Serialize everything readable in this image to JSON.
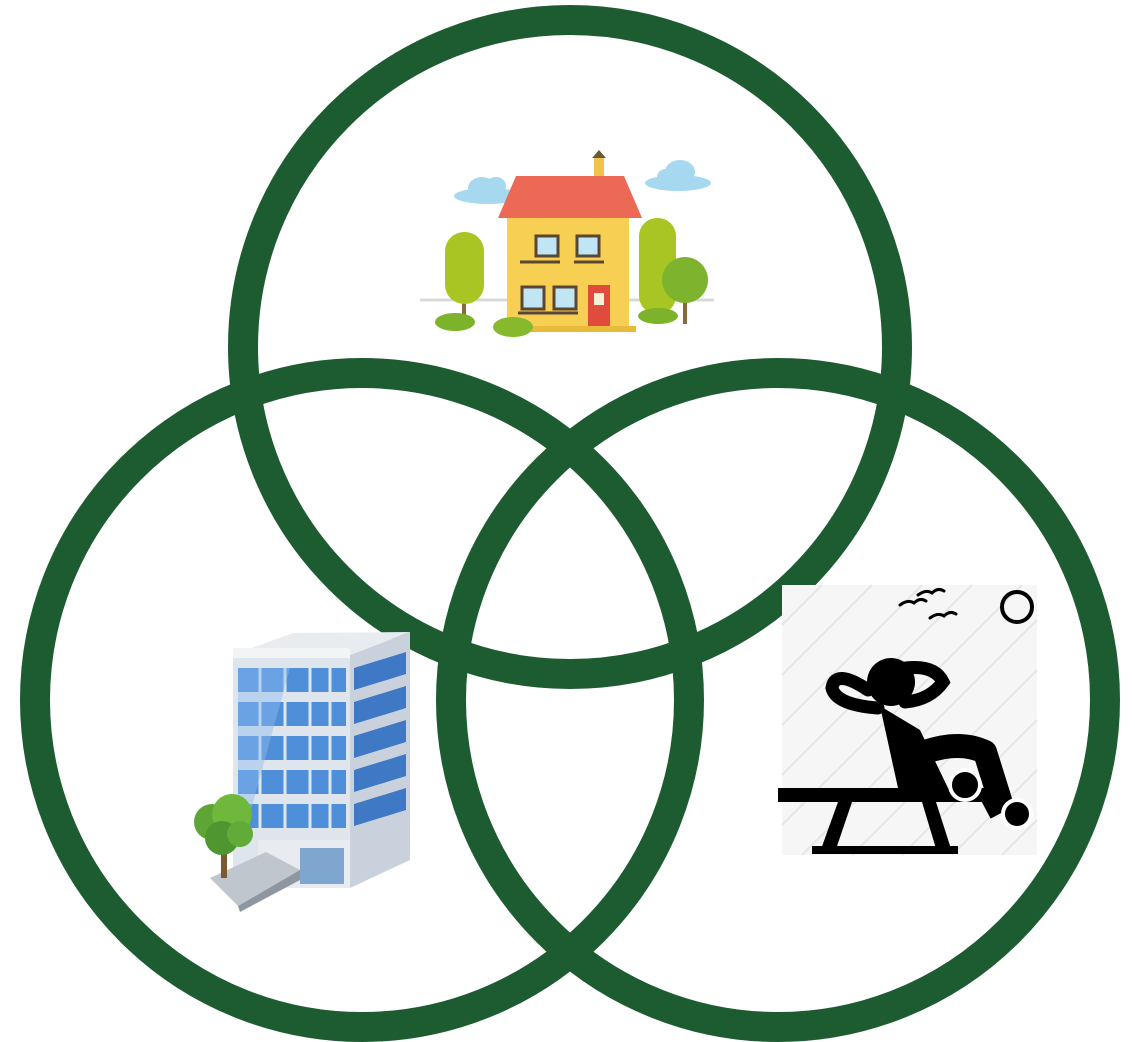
{
  "diagram": {
    "type": "venn",
    "ring_color": "#1d5c31",
    "sets": [
      {
        "id": "home",
        "icon": "house-icon"
      },
      {
        "id": "work",
        "icon": "office-building-icon"
      },
      {
        "id": "leisure",
        "icon": "relaxing-person-icon"
      }
    ],
    "colors": {
      "house_wall": "#f7cf52",
      "house_roof": "#ec6a55",
      "tree_green": "#a8c523",
      "sky_cloud": "#a6d8ef",
      "building_glass": "#4f8fd9",
      "building_frame": "#d6dde6",
      "person": "#000000"
    }
  }
}
